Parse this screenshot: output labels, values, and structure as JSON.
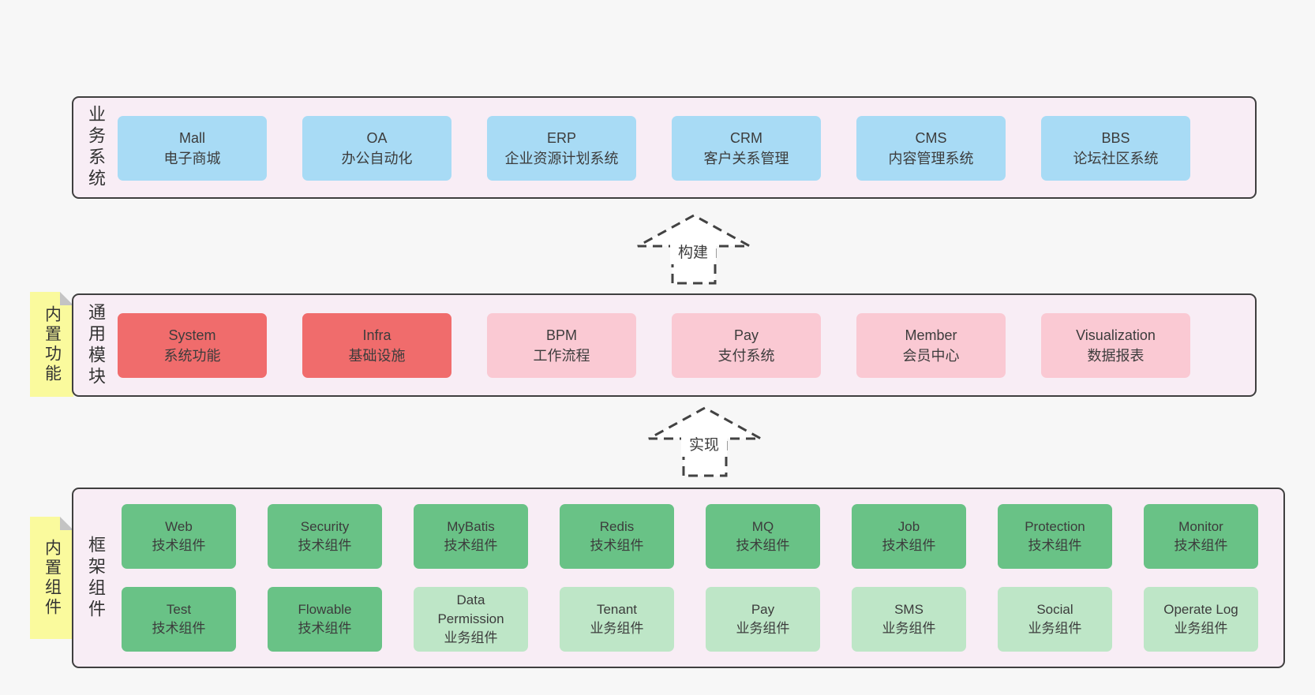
{
  "colors": {
    "page_bg": "#f7f7f7",
    "panel_bg": "#f8edf5",
    "panel_border": "#3f3f3f",
    "blue_box": "#a8dbf5",
    "red_box": "#f06c6c",
    "pink_box": "#fac9d3",
    "green_dark_box": "#69c286",
    "green_light_box": "#bee6c7",
    "note_bg": "#fafa9d",
    "text": "#3c3c3c"
  },
  "sections": {
    "business": {
      "label": "业务系统",
      "items": [
        {
          "en": "Mall",
          "zh": "电子商城"
        },
        {
          "en": "OA",
          "zh": "办公自动化"
        },
        {
          "en": "ERP",
          "zh": "企业资源计划系统"
        },
        {
          "en": "CRM",
          "zh": "客户关系管理"
        },
        {
          "en": "CMS",
          "zh": "内容管理系统"
        },
        {
          "en": "BBS",
          "zh": "论坛社区系统"
        }
      ]
    },
    "modules": {
      "label": "通用模块",
      "note": "内置功能",
      "items": [
        {
          "en": "System",
          "zh": "系统功能"
        },
        {
          "en": "Infra",
          "zh": "基础设施"
        },
        {
          "en": "BPM",
          "zh": "工作流程"
        },
        {
          "en": "Pay",
          "zh": "支付系统"
        },
        {
          "en": "Member",
          "zh": "会员中心"
        },
        {
          "en": "Visualization",
          "zh": "数据报表"
        }
      ]
    },
    "components": {
      "label": "框架组件",
      "note": "内置组件",
      "row1": [
        {
          "en": "Web",
          "zh": "技术组件"
        },
        {
          "en": "Security",
          "zh": "技术组件"
        },
        {
          "en": "MyBatis",
          "zh": "技术组件"
        },
        {
          "en": "Redis",
          "zh": "技术组件"
        },
        {
          "en": "MQ",
          "zh": "技术组件"
        },
        {
          "en": "Job",
          "zh": "技术组件"
        },
        {
          "en": "Protection",
          "zh": "技术组件"
        },
        {
          "en": "Monitor",
          "zh": "技术组件"
        }
      ],
      "row2": [
        {
          "en": "Test",
          "zh": "技术组件"
        },
        {
          "en": "Flowable",
          "zh": "技术组件"
        },
        {
          "en": "Data Permission",
          "zh": "业务组件"
        },
        {
          "en": "Tenant",
          "zh": "业务组件"
        },
        {
          "en": "Pay",
          "zh": "业务组件"
        },
        {
          "en": "SMS",
          "zh": "业务组件"
        },
        {
          "en": "Social",
          "zh": "业务组件"
        },
        {
          "en": "Operate Log",
          "zh": "业务组件"
        }
      ]
    }
  },
  "arrows": [
    {
      "label": "构建"
    },
    {
      "label": "实现"
    }
  ]
}
